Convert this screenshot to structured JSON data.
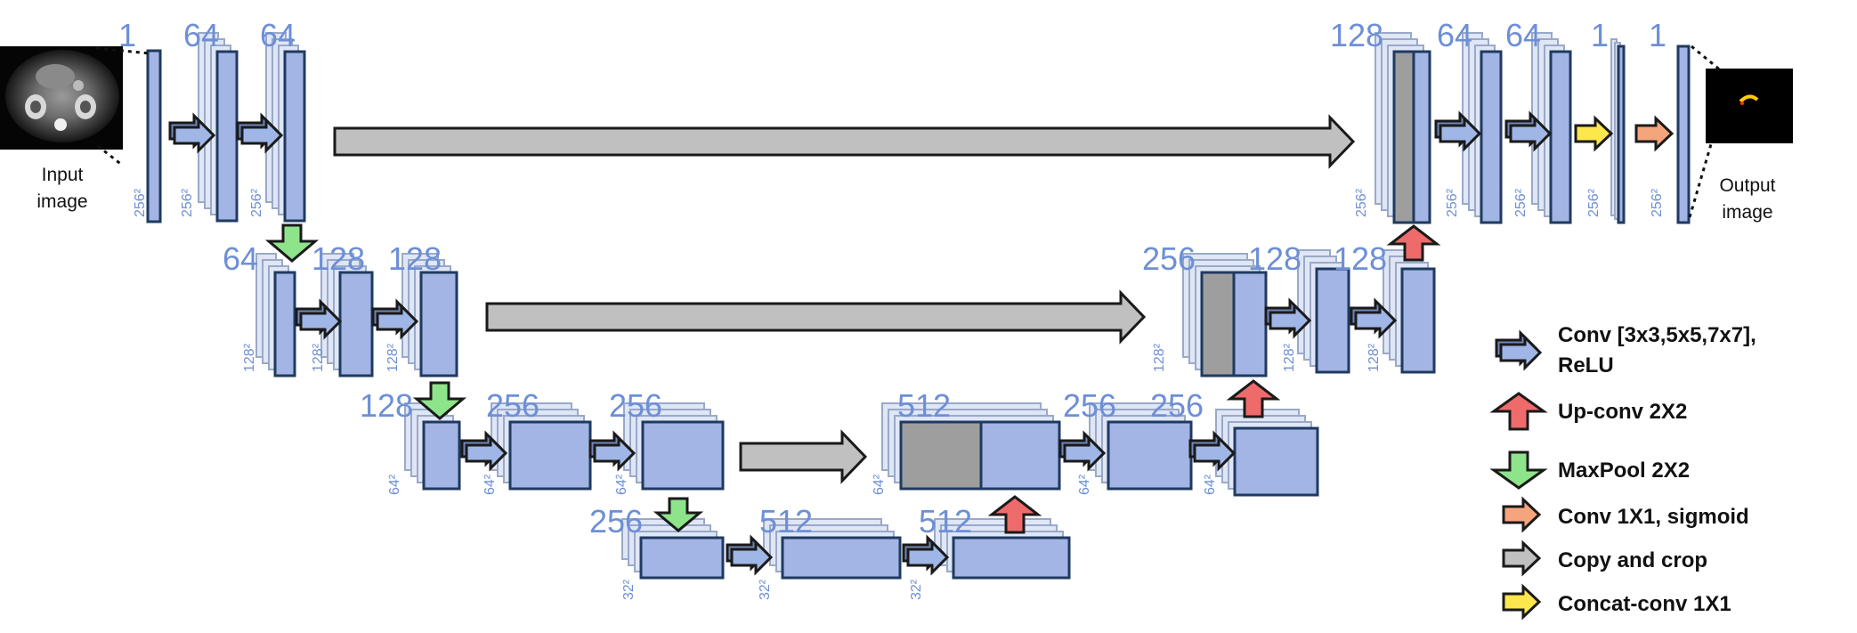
{
  "colors": {
    "block_fill": "#a3b5e4",
    "block_stroke": "#1f3a60",
    "ghost_fill": "#dfe6f6",
    "ghost_stroke": "#9aa9c7",
    "cropped_fill": "#9e9e9e",
    "label_blue": "#6d8fd6",
    "conv_arrow": "#9fb6e6",
    "upconv_arrow": "#ef6b6b",
    "maxpool_arrow": "#8ee48a",
    "conv1x1_arrow": "#f5a57c",
    "copy_arrow": "#c0c0c0",
    "concat_arrow": "#fde74c"
  },
  "channels": {
    "enc1": [
      "1",
      "64",
      "64"
    ],
    "enc2": [
      "64",
      "128",
      "128"
    ],
    "enc3": [
      "128",
      "256",
      "256"
    ],
    "bottleneck": [
      "256",
      "512",
      "512"
    ],
    "dec3": [
      "512",
      "256",
      "256"
    ],
    "dec2": [
      "256",
      "128",
      "128"
    ],
    "dec1": [
      "128",
      "64",
      "64",
      "1",
      "1"
    ]
  },
  "sizes": {
    "level1": "256²",
    "level2": "128²",
    "level3": "64²",
    "level4": "32²"
  },
  "captions": {
    "input": [
      "Input",
      "image"
    ],
    "output": [
      "Output",
      "image"
    ]
  },
  "legend": [
    {
      "icon": "conv-arrow-icon",
      "lines": [
        "Conv [3x3,5x5,7x7],",
        "ReLU"
      ]
    },
    {
      "icon": "upconv-arrow-icon",
      "lines": [
        "Up-conv 2X2"
      ]
    },
    {
      "icon": "maxpool-arrow-icon",
      "lines": [
        "MaxPool 2X2"
      ]
    },
    {
      "icon": "conv1x1-arrow-icon",
      "lines": [
        "Conv 1X1, sigmoid"
      ]
    },
    {
      "icon": "copy-arrow-icon",
      "lines": [
        "Copy and crop"
      ]
    },
    {
      "icon": "concat-arrow-icon",
      "lines": [
        "Concat-conv 1X1"
      ]
    }
  ]
}
